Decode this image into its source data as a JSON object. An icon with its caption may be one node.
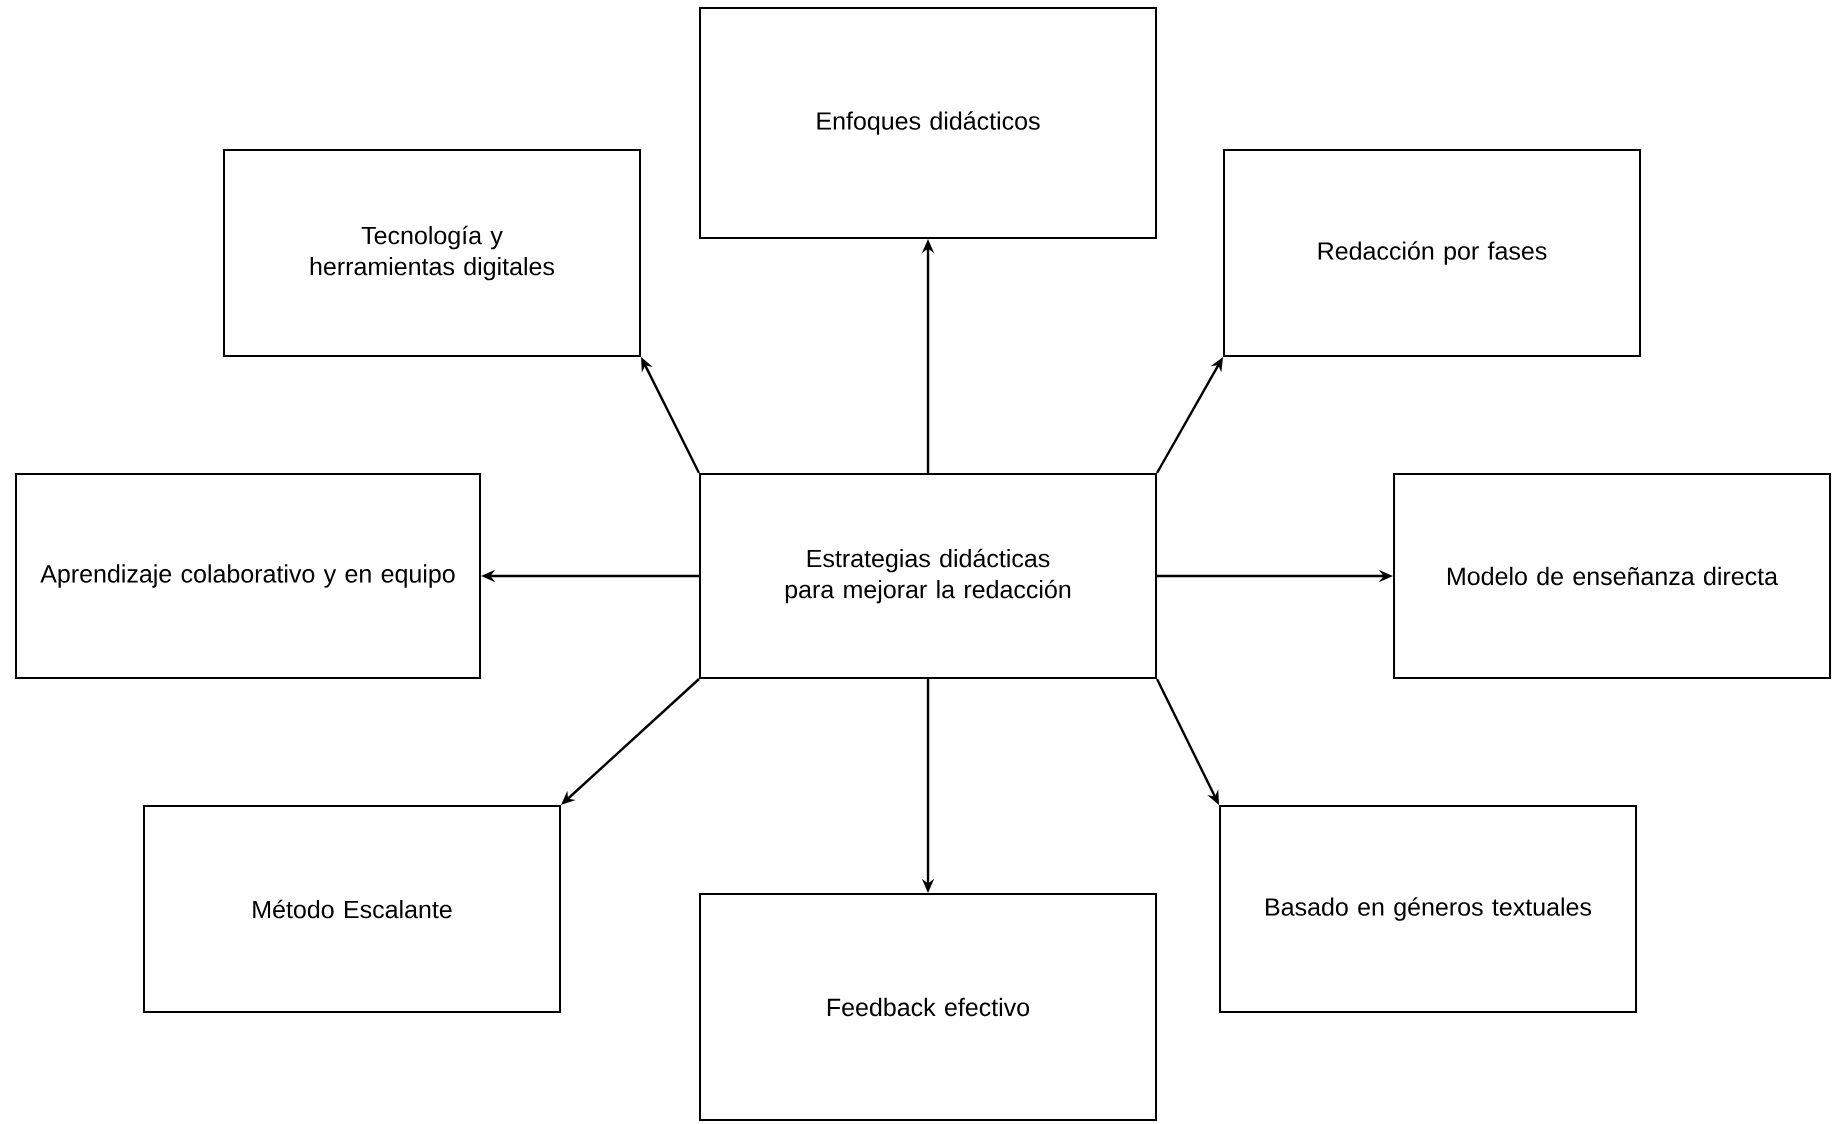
{
  "diagram": {
    "nodes": [
      {
        "text": [
          "Enfoques didácticos"
        ]
      },
      {
        "text": [
          "Tecnología y herramientas digitales"
        ]
      },
      {
        "text": [
          "Redacción por fases"
        ]
      },
      {
        "text": [
          "Aprendizaje colaborativo y en equipo"
        ]
      },
      {
        "text": [
          "Estrategias didácticas para mejorar la redacción"
        ]
      },
      {
        "text": [
          "Modelo de enseñanza directa"
        ]
      },
      {
        "text": [
          "Método Escalante"
        ]
      },
      {
        "text": [
          "Basado en géneros textuales"
        ]
      },
      {
        "text": [
          "Feedback efectivo"
        ]
      }
    ],
    "edges": [
      {
        "from": 4,
        "to": 0,
        "arrow": "to"
      },
      {
        "from": 4,
        "to": 1,
        "arrow": "to"
      },
      {
        "from": 4,
        "to": 2,
        "arrow": "to"
      },
      {
        "from": 4,
        "to": 3,
        "arrow": "to"
      },
      {
        "from": 4,
        "to": 5,
        "arrow": "to"
      },
      {
        "from": 4,
        "to": 6,
        "arrow": "to"
      },
      {
        "from": 4,
        "to": 7,
        "arrow": "to"
      },
      {
        "from": 4,
        "to": 8,
        "arrow": "to"
      }
    ]
  }
}
